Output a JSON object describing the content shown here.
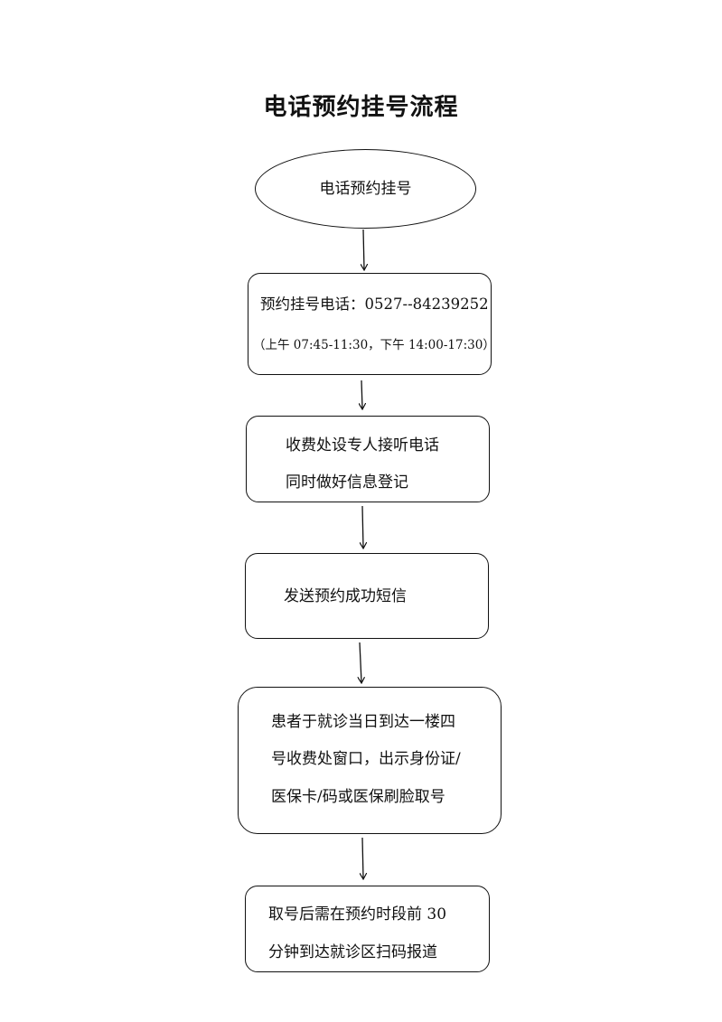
{
  "title": "电话预约挂号流程",
  "nodes": [
    {
      "lines": [
        "电话预约挂号"
      ]
    },
    {
      "lines": [
        "预约挂号电话：0527--84239252",
        "（上午 07:45-11:30，下午 14:00-17:30）"
      ]
    },
    {
      "lines": [
        "收费处设专人接听电话",
        "同时做好信息登记"
      ]
    },
    {
      "lines": [
        "发送预约成功短信"
      ]
    },
    {
      "lines": [
        "患者于就诊当日到达一楼四",
        "号收费处窗口，出示身份证/",
        "医保卡/码或医保刷脸取号"
      ]
    },
    {
      "lines": [
        "取号后需在预约时段前 30",
        "分钟到达就诊区扫码报道"
      ]
    }
  ]
}
